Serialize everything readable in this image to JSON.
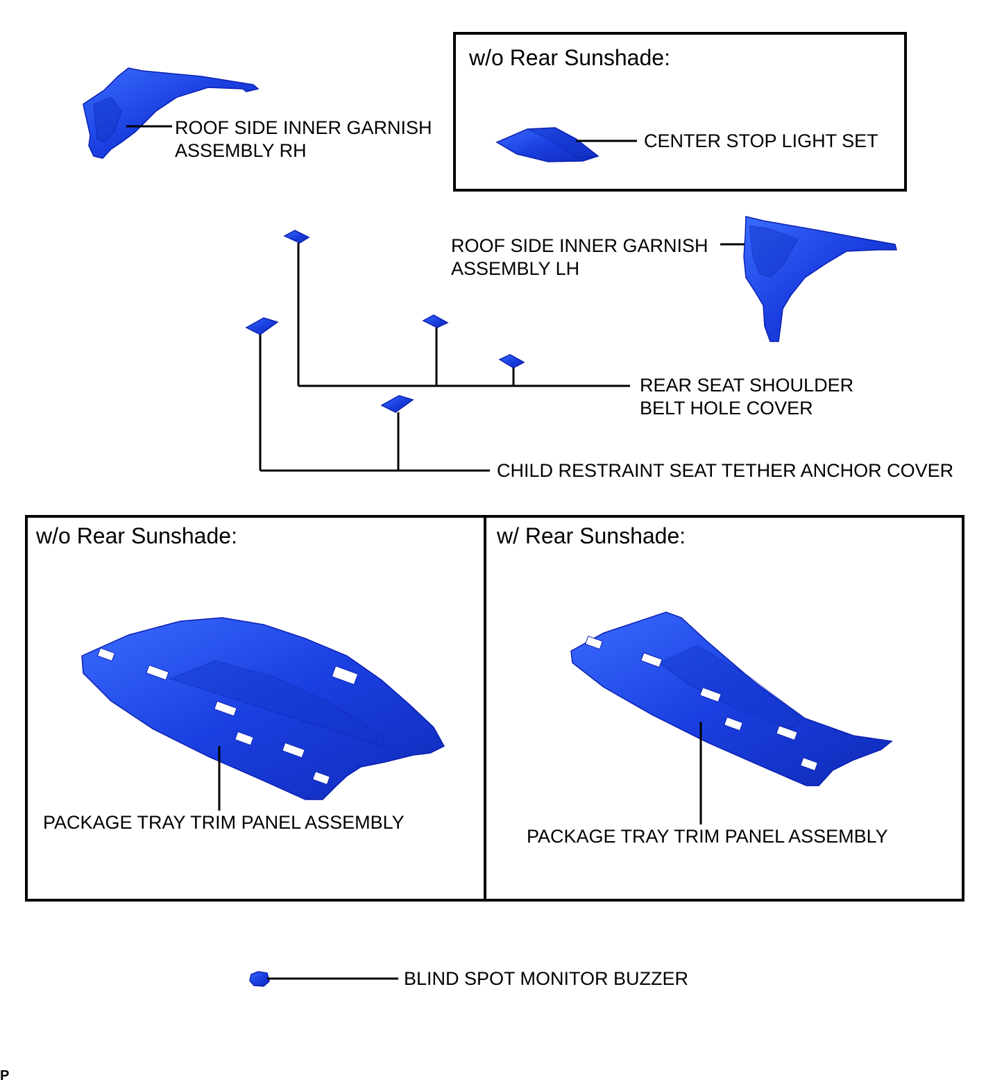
{
  "parts": {
    "roof_garnish_rh": [
      "ROOF SIDE INNER GARNISH",
      "ASSEMBLY RH"
    ],
    "roof_garnish_lh": [
      "ROOF SIDE INNER GARNISH",
      "ASSEMBLY LH"
    ],
    "center_stop_light": "CENTER STOP LIGHT SET",
    "shoulder_belt_cover": [
      "REAR SEAT SHOULDER",
      "BELT HOLE COVER"
    ],
    "tether_anchor_cover": "CHILD RESTRAINT SEAT TETHER ANCHOR COVER",
    "package_tray_wo": "PACKAGE TRAY TRIM PANEL ASSEMBLY",
    "package_tray_w": "PACKAGE TRAY TRIM PANEL ASSEMBLY",
    "blind_spot_buzzer": "BLIND SPOT MONITOR BUZZER"
  },
  "boxes": {
    "top_box_title": "w/o Rear Sunshade:",
    "left_box_title": "w/o Rear Sunshade:",
    "right_box_title": "w/ Rear Sunshade:"
  },
  "footer_letter": "P",
  "colors": {
    "part_blue": "#1a3fe0",
    "part_blue_light": "#3a6cff",
    "line": "#000000"
  }
}
